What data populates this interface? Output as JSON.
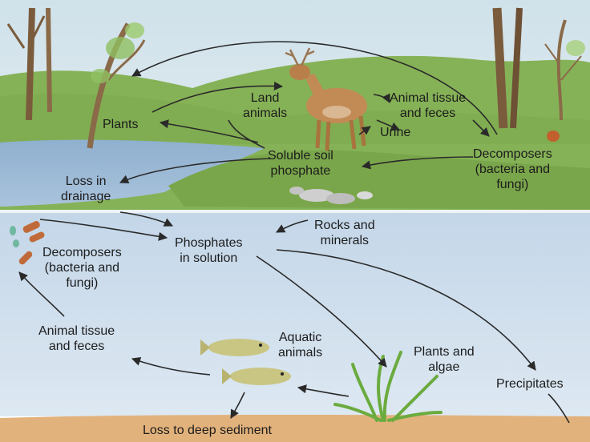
{
  "labels": {
    "plants": "Plants",
    "land_animals": [
      "Land",
      "animals"
    ],
    "animal_tissue_top": [
      "Animal tissue",
      "and feces"
    ],
    "urine": "Urine",
    "soluble_soil_phosphate": [
      "Soluble soil",
      "phosphate"
    ],
    "decomposers_top": [
      "Decomposers",
      "(bacteria and",
      "fungi)"
    ],
    "loss_in_drainage": [
      "Loss in",
      "drainage"
    ],
    "rocks_and_minerals": [
      "Rocks and",
      "minerals"
    ],
    "phosphates_in_solution": [
      "Phosphates",
      "in solution"
    ],
    "decomposers_bottom": [
      "Decomposers",
      "(bacteria and",
      "fungi)"
    ],
    "animal_tissue_bottom": [
      "Animal tissue",
      "and feces"
    ],
    "aquatic_animals": [
      "Aquatic",
      "animals"
    ],
    "plants_and_algae": [
      "Plants and",
      "algae"
    ],
    "precipitates": "Precipitates",
    "loss_to_deep_sediment": "Loss to deep sediment"
  },
  "colors": {
    "sky": "#dbe9f0",
    "grass": "#8bb55a",
    "grass_dark": "#6e9a44",
    "water_surface": "#b9cfe4",
    "water_deep": "#d6e3ef",
    "sediment": "#e3b57f",
    "arrow": "#2a2a2a",
    "text": "#1c1c1c"
  }
}
